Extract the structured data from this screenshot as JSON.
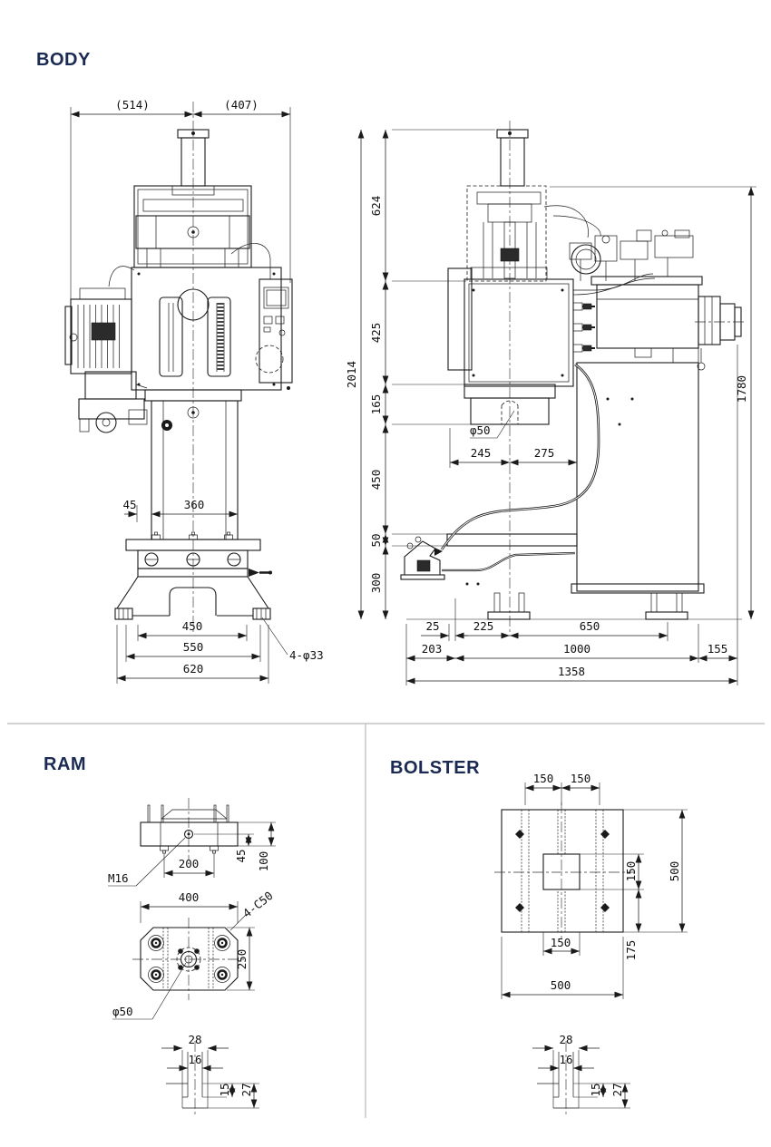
{
  "body": {
    "title": "BODY",
    "front": {
      "dim_514": "(514)",
      "dim_407": "(407)",
      "dim_45": "45",
      "dim_360": "360",
      "dim_450": "450",
      "dim_550": "550",
      "dim_620": "620",
      "holes_label": "4-φ33"
    },
    "side": {
      "dim_total_height": "2014",
      "dim_624": "624",
      "dim_425": "425",
      "dim_165": "165",
      "dim_450": "450",
      "dim_50": "50",
      "dim_300": "300",
      "dim_1780": "1780",
      "ram_bore_label": "φ50",
      "dim_245": "245",
      "dim_275": "275",
      "dim_25": "25",
      "dim_225": "225",
      "dim_650": "650",
      "dim_203": "203",
      "dim_1000": "1000",
      "dim_155": "155",
      "dim_1358": "1358"
    }
  },
  "ram": {
    "title": "RAM",
    "front": {
      "dim_200": "200",
      "dim_45": "45",
      "dim_100": "100",
      "thread_label": "M16"
    },
    "plan": {
      "dim_400": "400",
      "chamfer_label": "4-C50",
      "dim_250": "250",
      "bore_label": "φ50"
    },
    "slot": {
      "dim_28": "28",
      "dim_16": "16",
      "dim_15": "15",
      "dim_27": "27"
    }
  },
  "bolster": {
    "title": "BOLSTER",
    "plan": {
      "dim_150_left": "150",
      "dim_150_right": "150",
      "dim_150_square": "150",
      "dim_500_side": "500",
      "dim_175": "175",
      "dim_150_bottom": "150",
      "dim_500_bottom": "500"
    },
    "slot": {
      "dim_28": "28",
      "dim_16": "16",
      "dim_15": "15",
      "dim_27": "27"
    }
  },
  "colors": {
    "title": "#1a2a52",
    "line": "#1a1a1a",
    "divider": "#c4c4c4"
  }
}
